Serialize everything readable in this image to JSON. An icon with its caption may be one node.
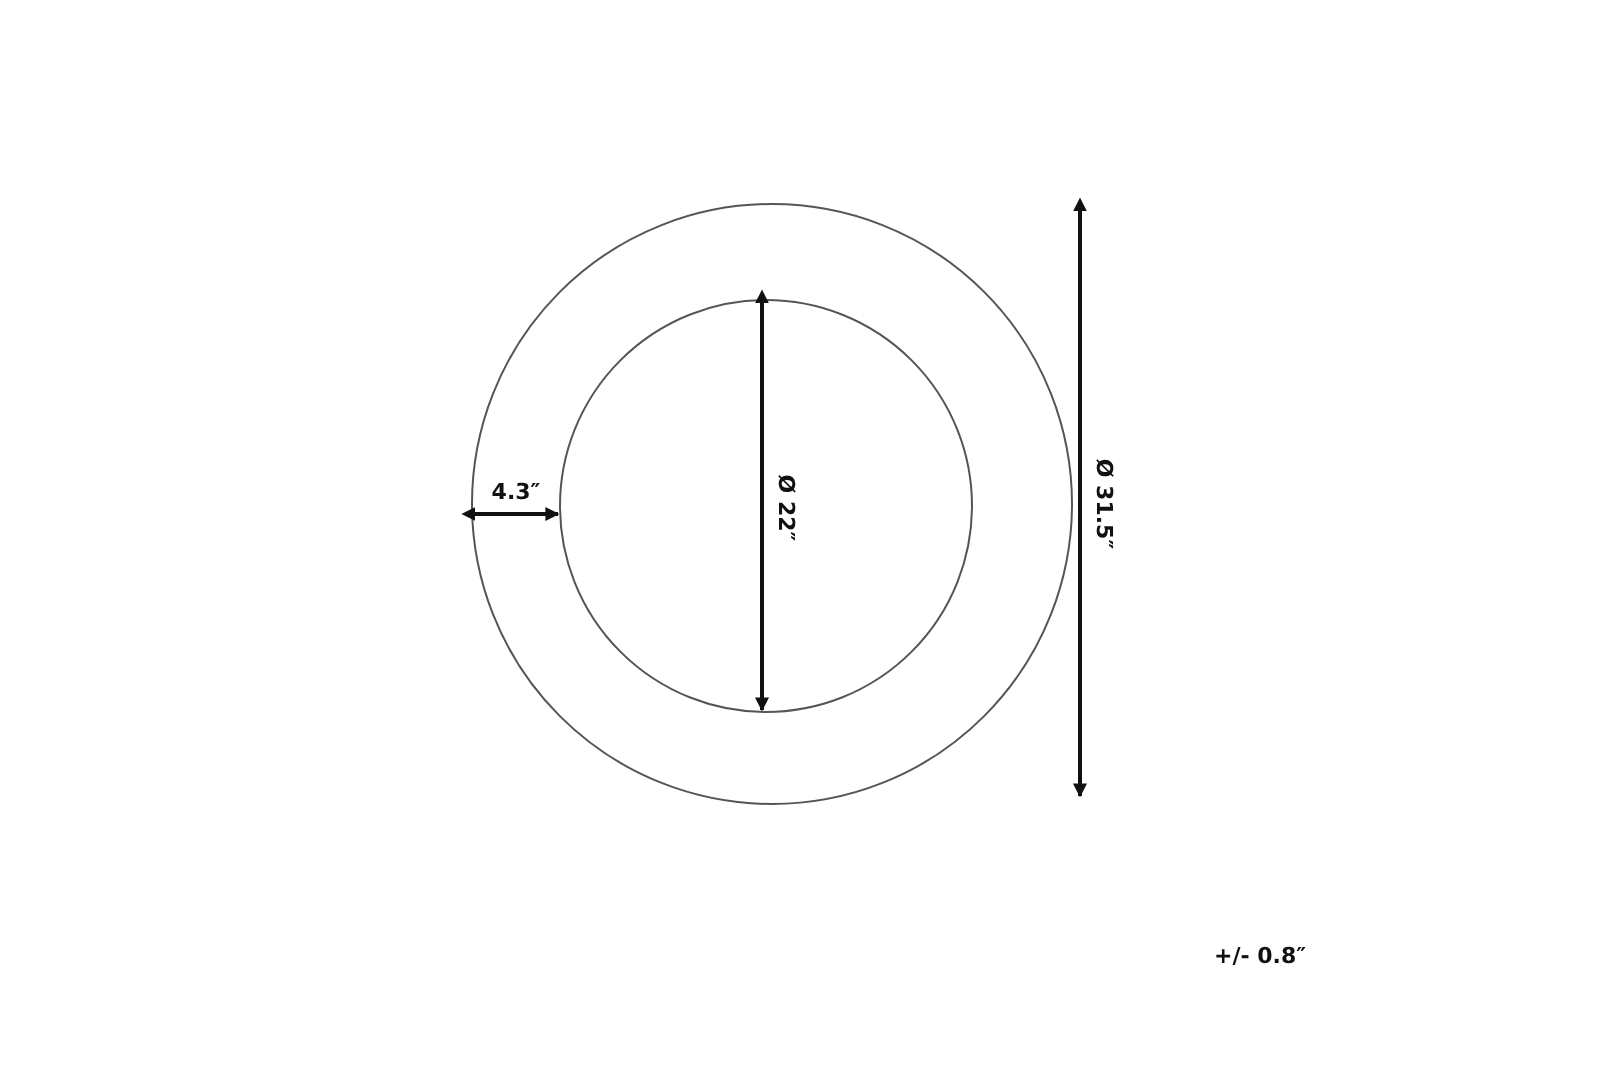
{
  "diagram": {
    "labels": [
      "4.3″",
      "Ø 22″",
      "Ø 31.5″",
      "+/- 0.8″"
    ]
  }
}
